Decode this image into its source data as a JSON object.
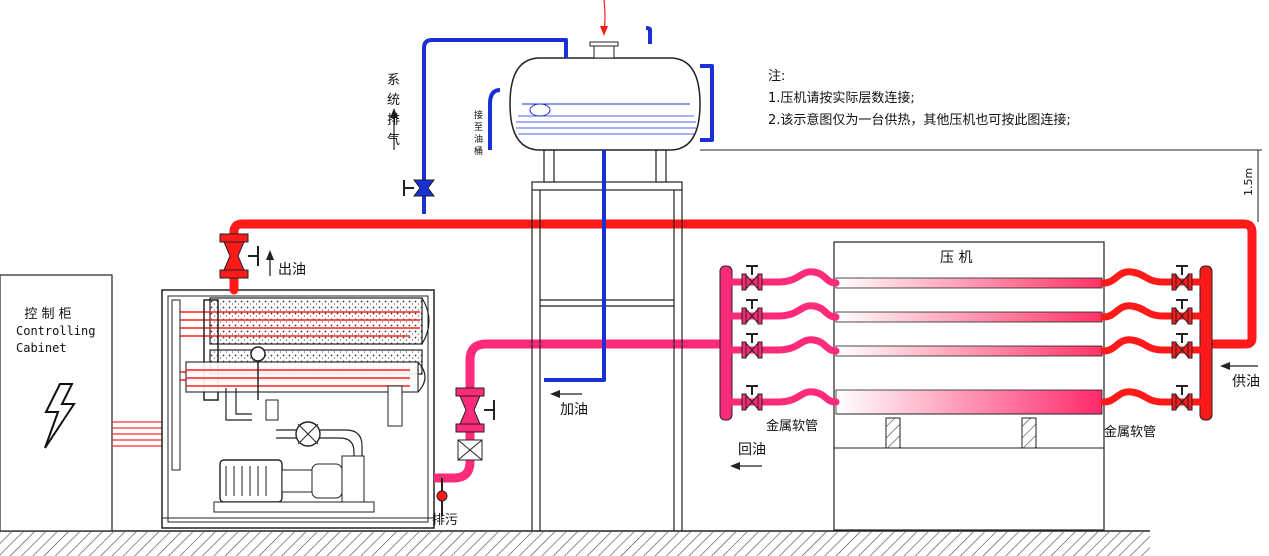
{
  "notes": {
    "heading": "注:",
    "line1": "1.压机请按实际层数连接;",
    "line2": "2.该示意图仅为一台供热，其他压机也可按此图连接;"
  },
  "labels": {
    "exhaust": [
      "系",
      "统",
      "排",
      "气"
    ],
    "to_oil_drum": [
      "接",
      "至",
      "油",
      "桶"
    ],
    "oil_out": "出油",
    "add_oil": "加油",
    "return_oil": "回油",
    "supply_oil": "供油",
    "drain": "排污",
    "metal_hose_left": "金属软管",
    "metal_hose_right": "金属软管",
    "press": "压    机",
    "height": "1.5m",
    "cabinet_cn": "控 制 柜",
    "cabinet_en1": "Controlling",
    "cabinet_en2": "Cabinet"
  },
  "colors": {
    "hot_pipe": "#ff1a1a",
    "return_pipe": "#ff2a7a",
    "vent_pipe": "#1a2fd6",
    "line": "#222222"
  },
  "icons": {
    "cabinet": "lightning-bolt-icon",
    "valves": "gate-valve-icon",
    "pump": "motor-pump-icon"
  }
}
